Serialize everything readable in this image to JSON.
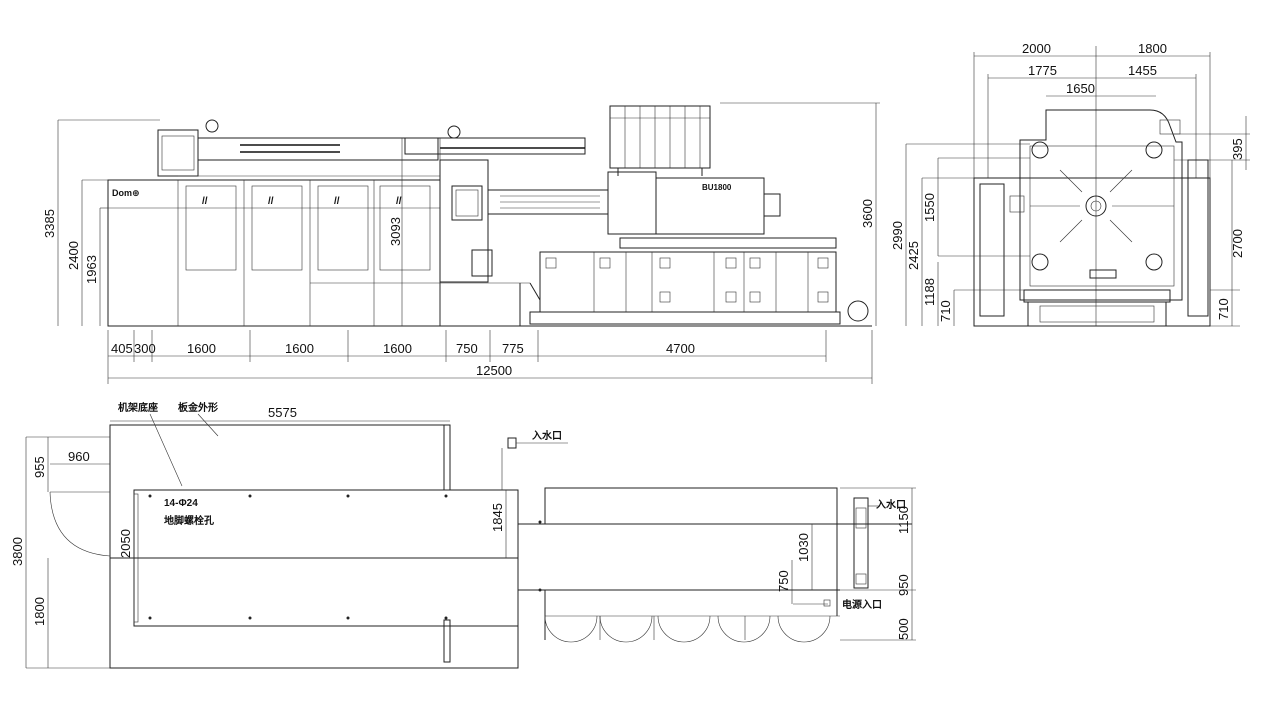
{
  "side_view": {
    "bottom_dims": [
      "405",
      "300",
      "1600",
      "1600",
      "1600",
      "750",
      "775",
      "4700"
    ],
    "overall_length": "12500",
    "left_heights": [
      "3385",
      "2400",
      "1963"
    ],
    "inner_height": "3093",
    "right_height": "3600",
    "logo_text": "Dom⊕",
    "motor_text": "BU1800"
  },
  "front_view": {
    "top_dims": [
      "2000",
      "1800",
      "1775",
      "1455",
      "1650"
    ],
    "left_dims": [
      "2990",
      "2425",
      "1550",
      "1188",
      "710"
    ],
    "right_dims": [
      "395",
      "2700",
      "710"
    ]
  },
  "plan_view": {
    "label_frame_base": "机架底座",
    "label_sheet_metal": "板金外形",
    "top_length": "5575",
    "left_offset": "960",
    "left_dims": [
      "955",
      "3800",
      "1800"
    ],
    "inner_dims": [
      "2050",
      "1845"
    ],
    "hole_spec": "14-Φ24",
    "hole_label": "地脚螺栓孔",
    "water_inlet_top": "入水口",
    "water_inlet_right": "入水口",
    "power_inlet": "电源入口",
    "right_dims": [
      "1150",
      "950",
      "500"
    ],
    "mid_dims": [
      "1030",
      "750"
    ]
  }
}
